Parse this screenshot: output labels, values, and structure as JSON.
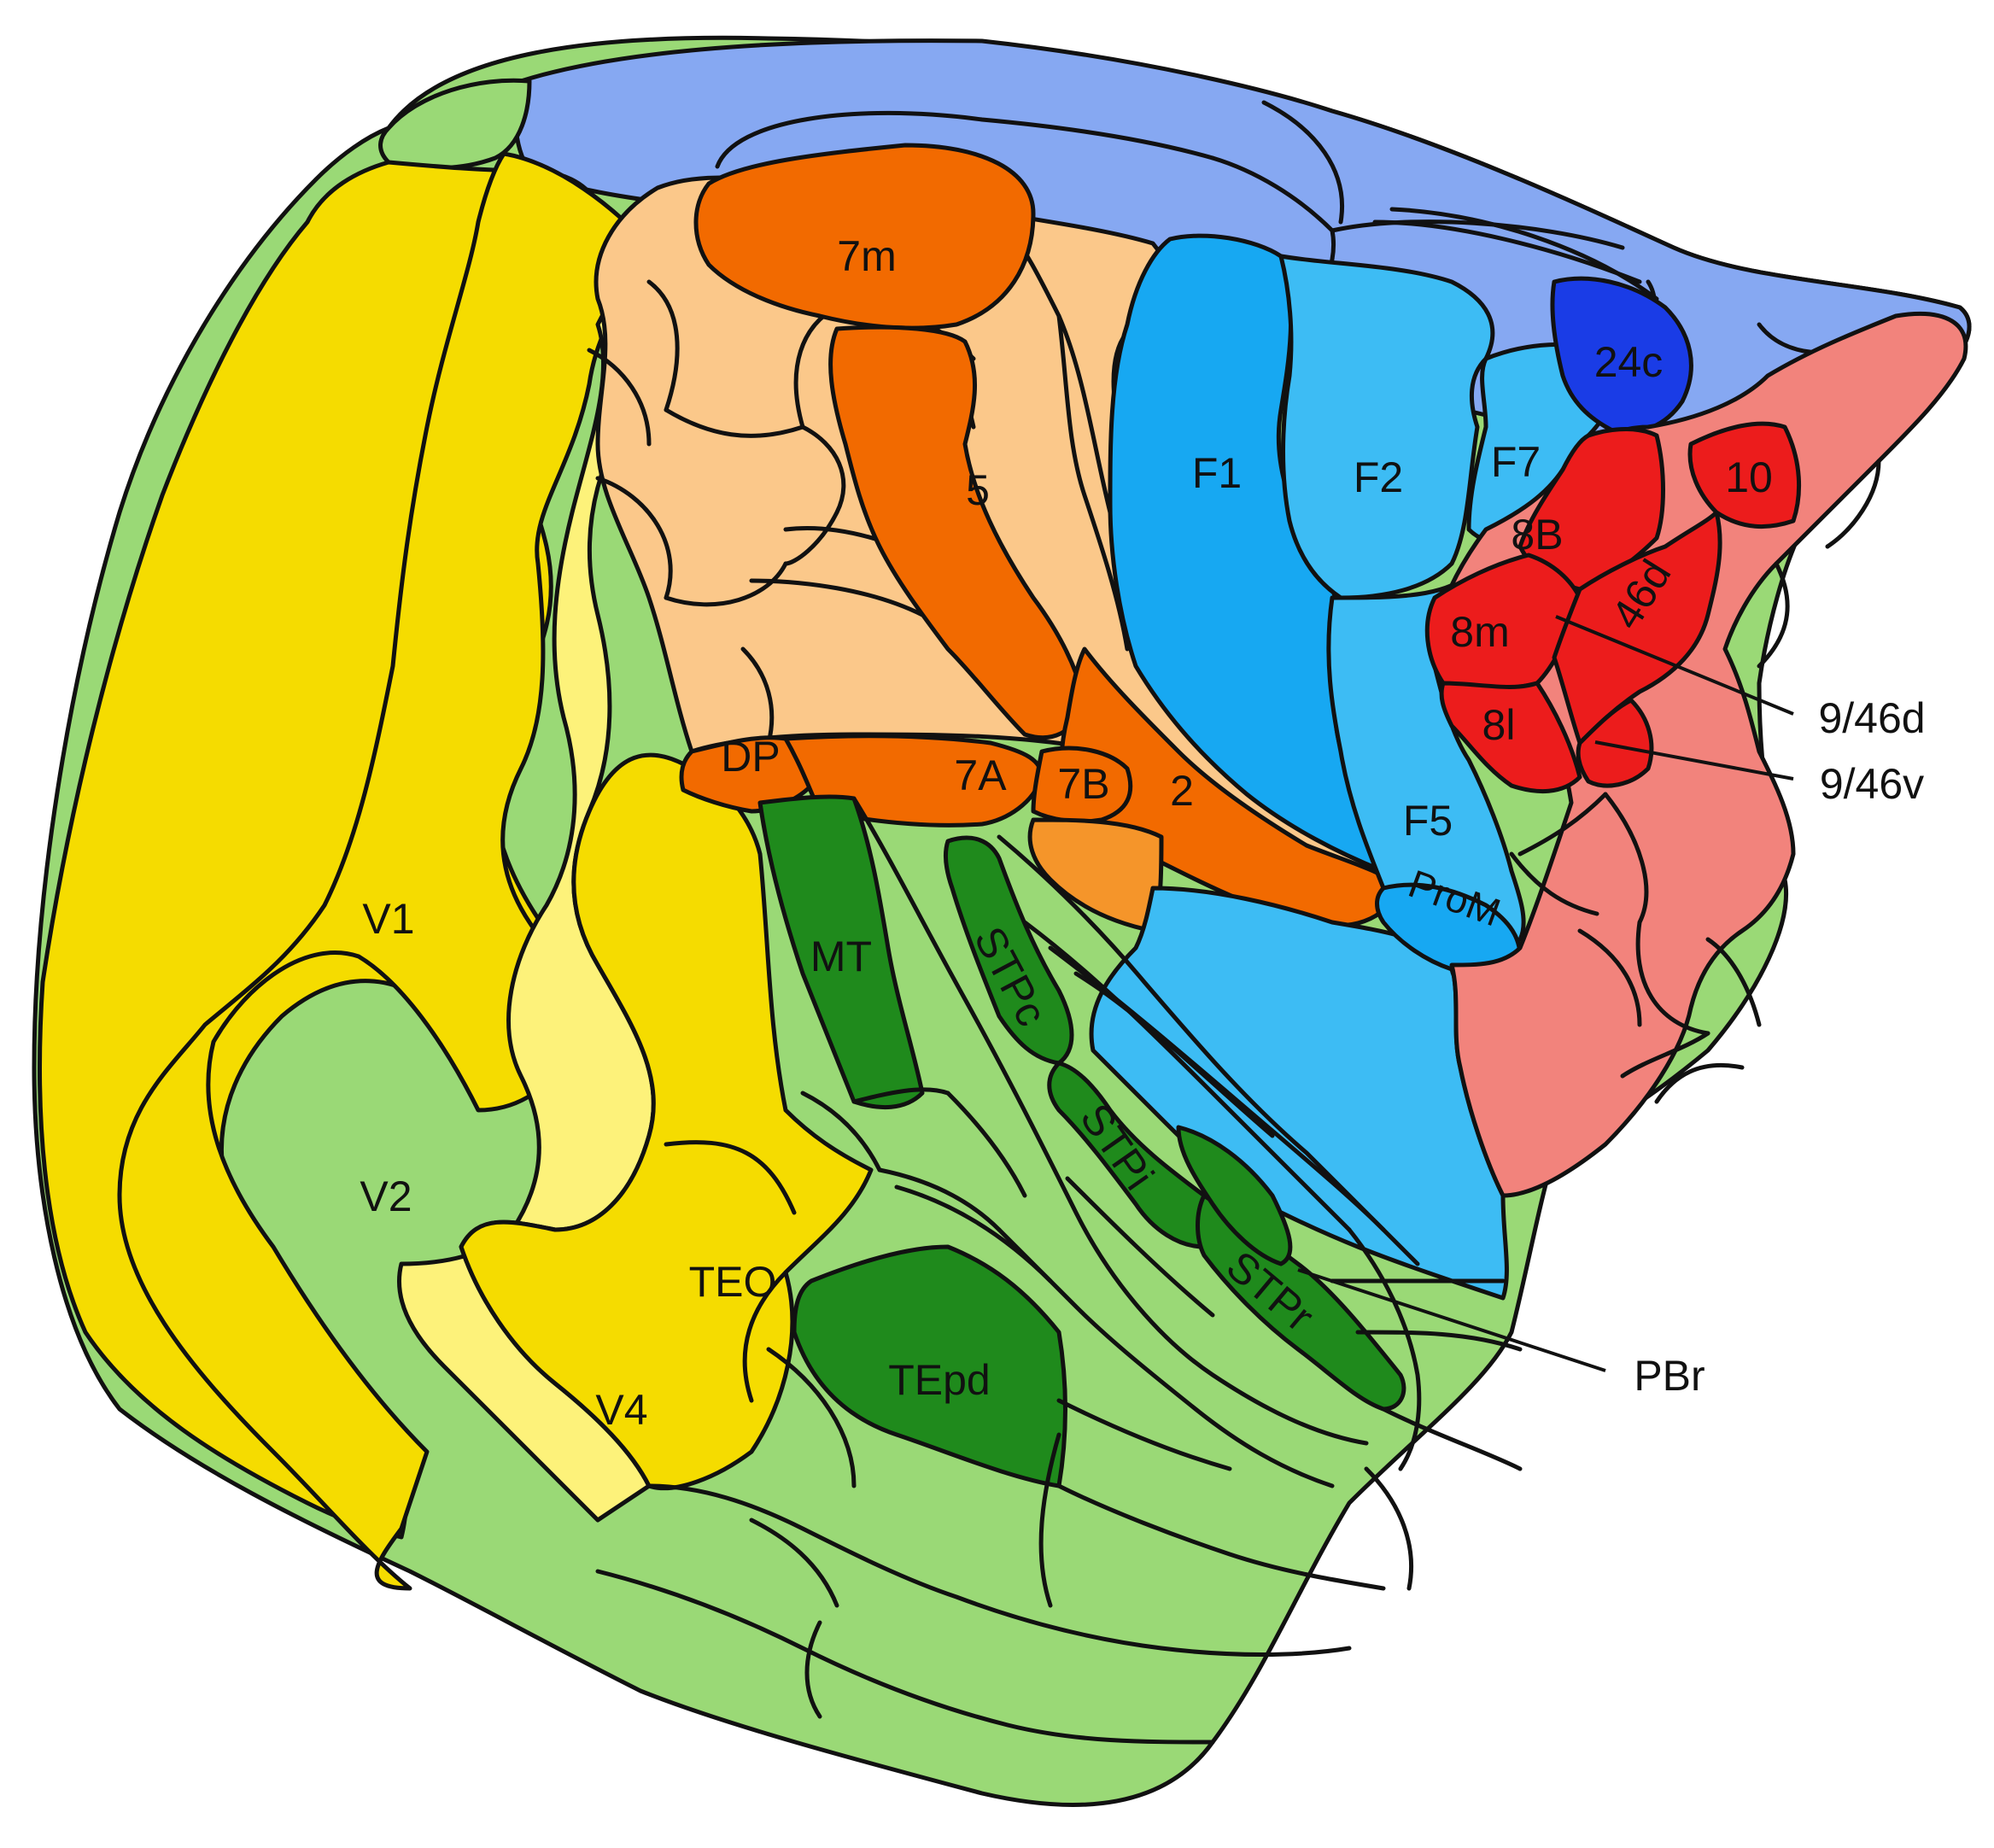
{
  "colors": {
    "visual_dark": "#f5dc00",
    "visual_light": "#fdf27a",
    "parietal_dark": "#f26a00",
    "parietal_light": "#fbc88a",
    "parietal_mid": "#f5952a",
    "motor_dark": "#17a8f2",
    "motor_light": "#3dbcf4",
    "motor_pale": "#8ed4f5",
    "medial_blue": "#86a8f2",
    "cingulate_dark": "#1a3ce6",
    "prefrontal_dark": "#ec1c1c",
    "prefrontal_light": "#f2837c",
    "temporal_dark": "#1f8a1c",
    "temporal_light": "#9ad976",
    "outline": "#111111"
  },
  "areas": {
    "v1": "V1",
    "v2": "V2",
    "v4": "V4",
    "teo": "TEO",
    "tepd": "TEpd",
    "mt": "MT",
    "stpc": "STPc",
    "stpi": "STPi",
    "stpr": "STPr",
    "dp": "DP",
    "a7a": "7A",
    "a7b": "7B",
    "a2": "2",
    "a5": "5",
    "a7m": "7m",
    "f1": "F1",
    "f2": "F2",
    "f7": "F7",
    "f5": "F5",
    "prom": "ProM",
    "a24c": "24c",
    "a8b": "8B",
    "a8m": "8m",
    "a8l": "8l",
    "a10": "10",
    "a46d": "46d"
  },
  "callouts": {
    "a946d": "9/46d",
    "a946v": "9/46v",
    "pbr": "PBr"
  }
}
